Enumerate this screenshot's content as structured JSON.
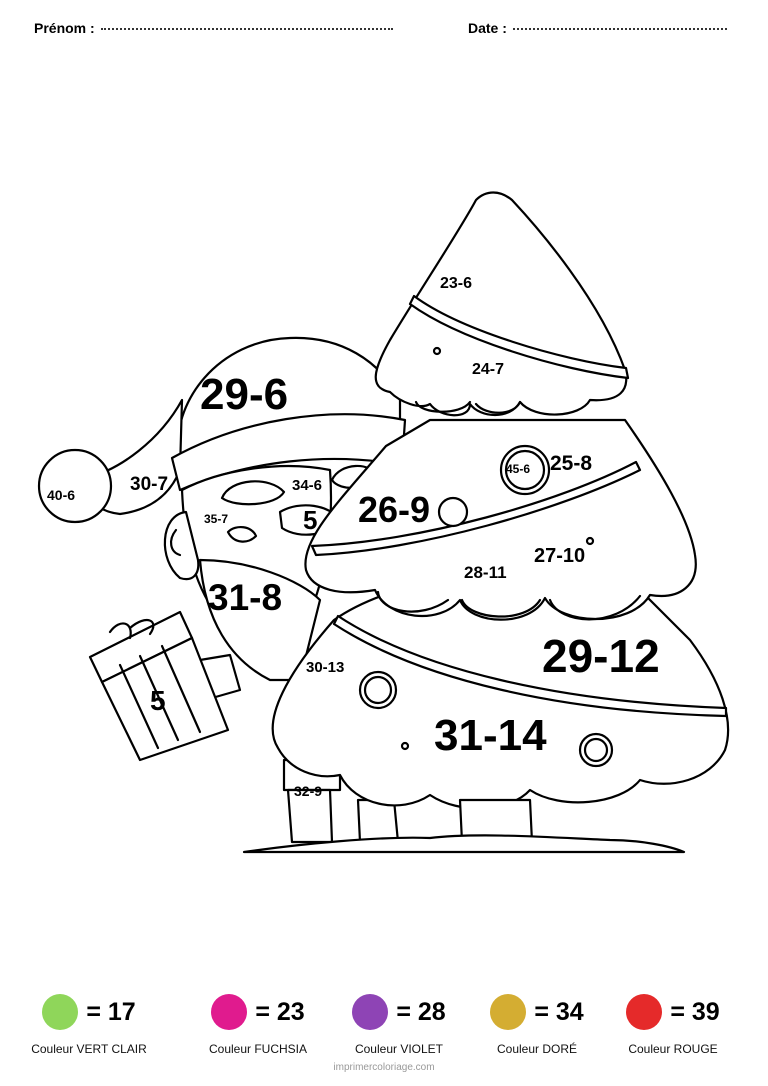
{
  "header": {
    "name_label": "Prénom :",
    "date_label": "Date :"
  },
  "labels": {
    "hat": "29-6",
    "pompom": "40-6",
    "hat_band": "30-7",
    "eyebrow": "34-6",
    "cheek": "35-7",
    "nose": "5",
    "beard": "31-8",
    "gift": "5",
    "boot": "32-9",
    "tree_top": "23-6",
    "tree_top_band": "24-7",
    "ornament_small": "45-6",
    "tree_mid_band": "25-8",
    "tree_mid": "26-9",
    "tree_mid_scallop": "28-11",
    "tree_mid_right": "27-10",
    "tree_low_band": "29-12",
    "tree_low_left": "30-13",
    "tree_bottom": "31-14"
  },
  "legend": [
    {
      "value": "= 17",
      "name": "Couleur VERT CLAIR",
      "color": "#8fd65a"
    },
    {
      "value": "= 23",
      "name": "Couleur FUCHSIA",
      "color": "#e01b8e"
    },
    {
      "value": "= 28",
      "name": "Couleur VIOLET",
      "color": "#8e44b5"
    },
    {
      "value": "= 34",
      "name": "Couleur DORÉ",
      "color": "#d4ad32"
    },
    {
      "value": "= 39",
      "name": "Couleur ROUGE",
      "color": "#e52a2a"
    }
  ],
  "footer": {
    "site": "imprimercoloriage.com"
  }
}
